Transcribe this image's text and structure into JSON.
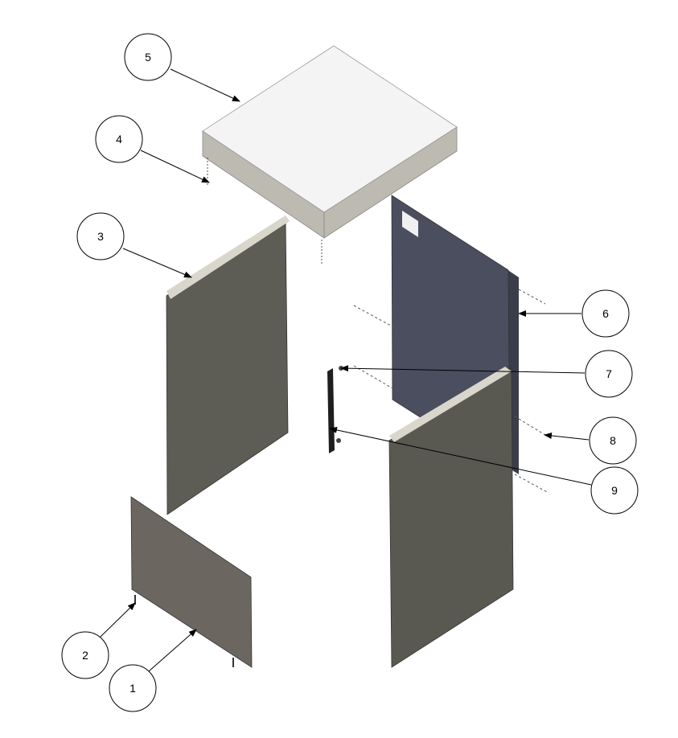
{
  "colors": {
    "lid_top": "#f4f4f4",
    "lid_side": "#bdbab2",
    "side_panel": "#5d5c55",
    "back_panel": "#4a4e5f",
    "door_panel": "#5a5951",
    "small_panel": "#6b6760",
    "handle": "#1e1e1e",
    "edge": "#d9d6cc"
  },
  "callouts": [
    {
      "id": "callout-1",
      "label": "1"
    },
    {
      "id": "callout-2",
      "label": "2"
    },
    {
      "id": "callout-3",
      "label": "3"
    },
    {
      "id": "callout-4",
      "label": "4"
    },
    {
      "id": "callout-5",
      "label": "5"
    },
    {
      "id": "callout-6",
      "label": "6"
    },
    {
      "id": "callout-7",
      "label": "7"
    },
    {
      "id": "callout-8",
      "label": "8"
    },
    {
      "id": "callout-9",
      "label": "9"
    }
  ]
}
